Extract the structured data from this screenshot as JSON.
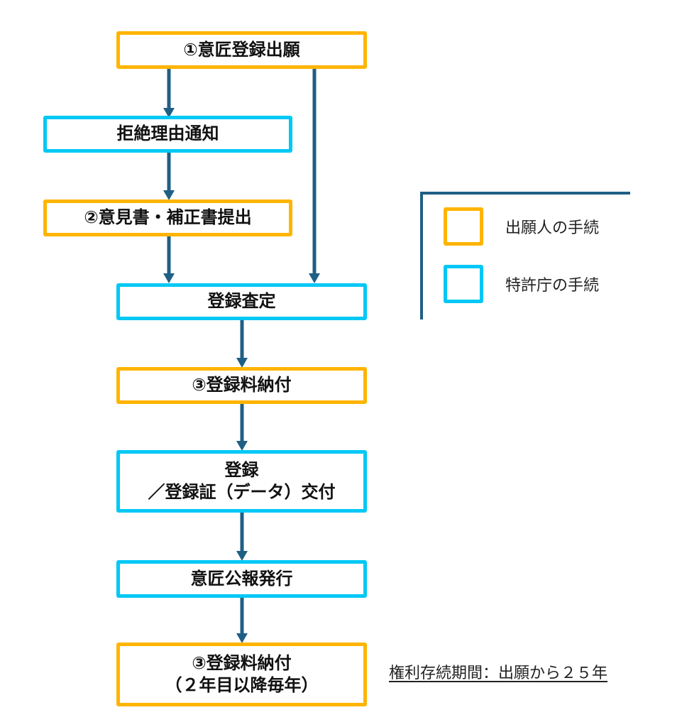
{
  "colors": {
    "applicant": "#ffb400",
    "office": "#00c8f5",
    "arrow": "#1f5f85"
  },
  "flow": {
    "steps": [
      {
        "id": "application",
        "label": "①意匠登録出願",
        "actor": "applicant"
      },
      {
        "id": "rejection-notice",
        "label": "拒絶理由通知",
        "actor": "office"
      },
      {
        "id": "response",
        "label": "②意見書・補正書提出",
        "actor": "applicant"
      },
      {
        "id": "registration-decision",
        "label": "登録査定",
        "actor": "office"
      },
      {
        "id": "fee-payment",
        "label": "③登録料納付",
        "actor": "applicant"
      },
      {
        "id": "registration",
        "label": "登録\n／登録証（データ）交付",
        "actor": "office"
      },
      {
        "id": "gazette",
        "label": "意匠公報発行",
        "actor": "office"
      },
      {
        "id": "annual-fee",
        "label": "③登録料納付\n（２年目以降毎年）",
        "actor": "applicant"
      }
    ],
    "edges": [
      [
        "application",
        "rejection-notice"
      ],
      [
        "rejection-notice",
        "response"
      ],
      [
        "response",
        "registration-decision"
      ],
      [
        "application",
        "registration-decision"
      ],
      [
        "registration-decision",
        "fee-payment"
      ],
      [
        "fee-payment",
        "registration"
      ],
      [
        "registration",
        "gazette"
      ],
      [
        "gazette",
        "annual-fee"
      ]
    ]
  },
  "legend": {
    "items": [
      {
        "label": "出願人の手続",
        "actor": "applicant"
      },
      {
        "label": "特許庁の手続",
        "actor": "office"
      }
    ]
  },
  "note": "権利存続期間：出願から２５年"
}
